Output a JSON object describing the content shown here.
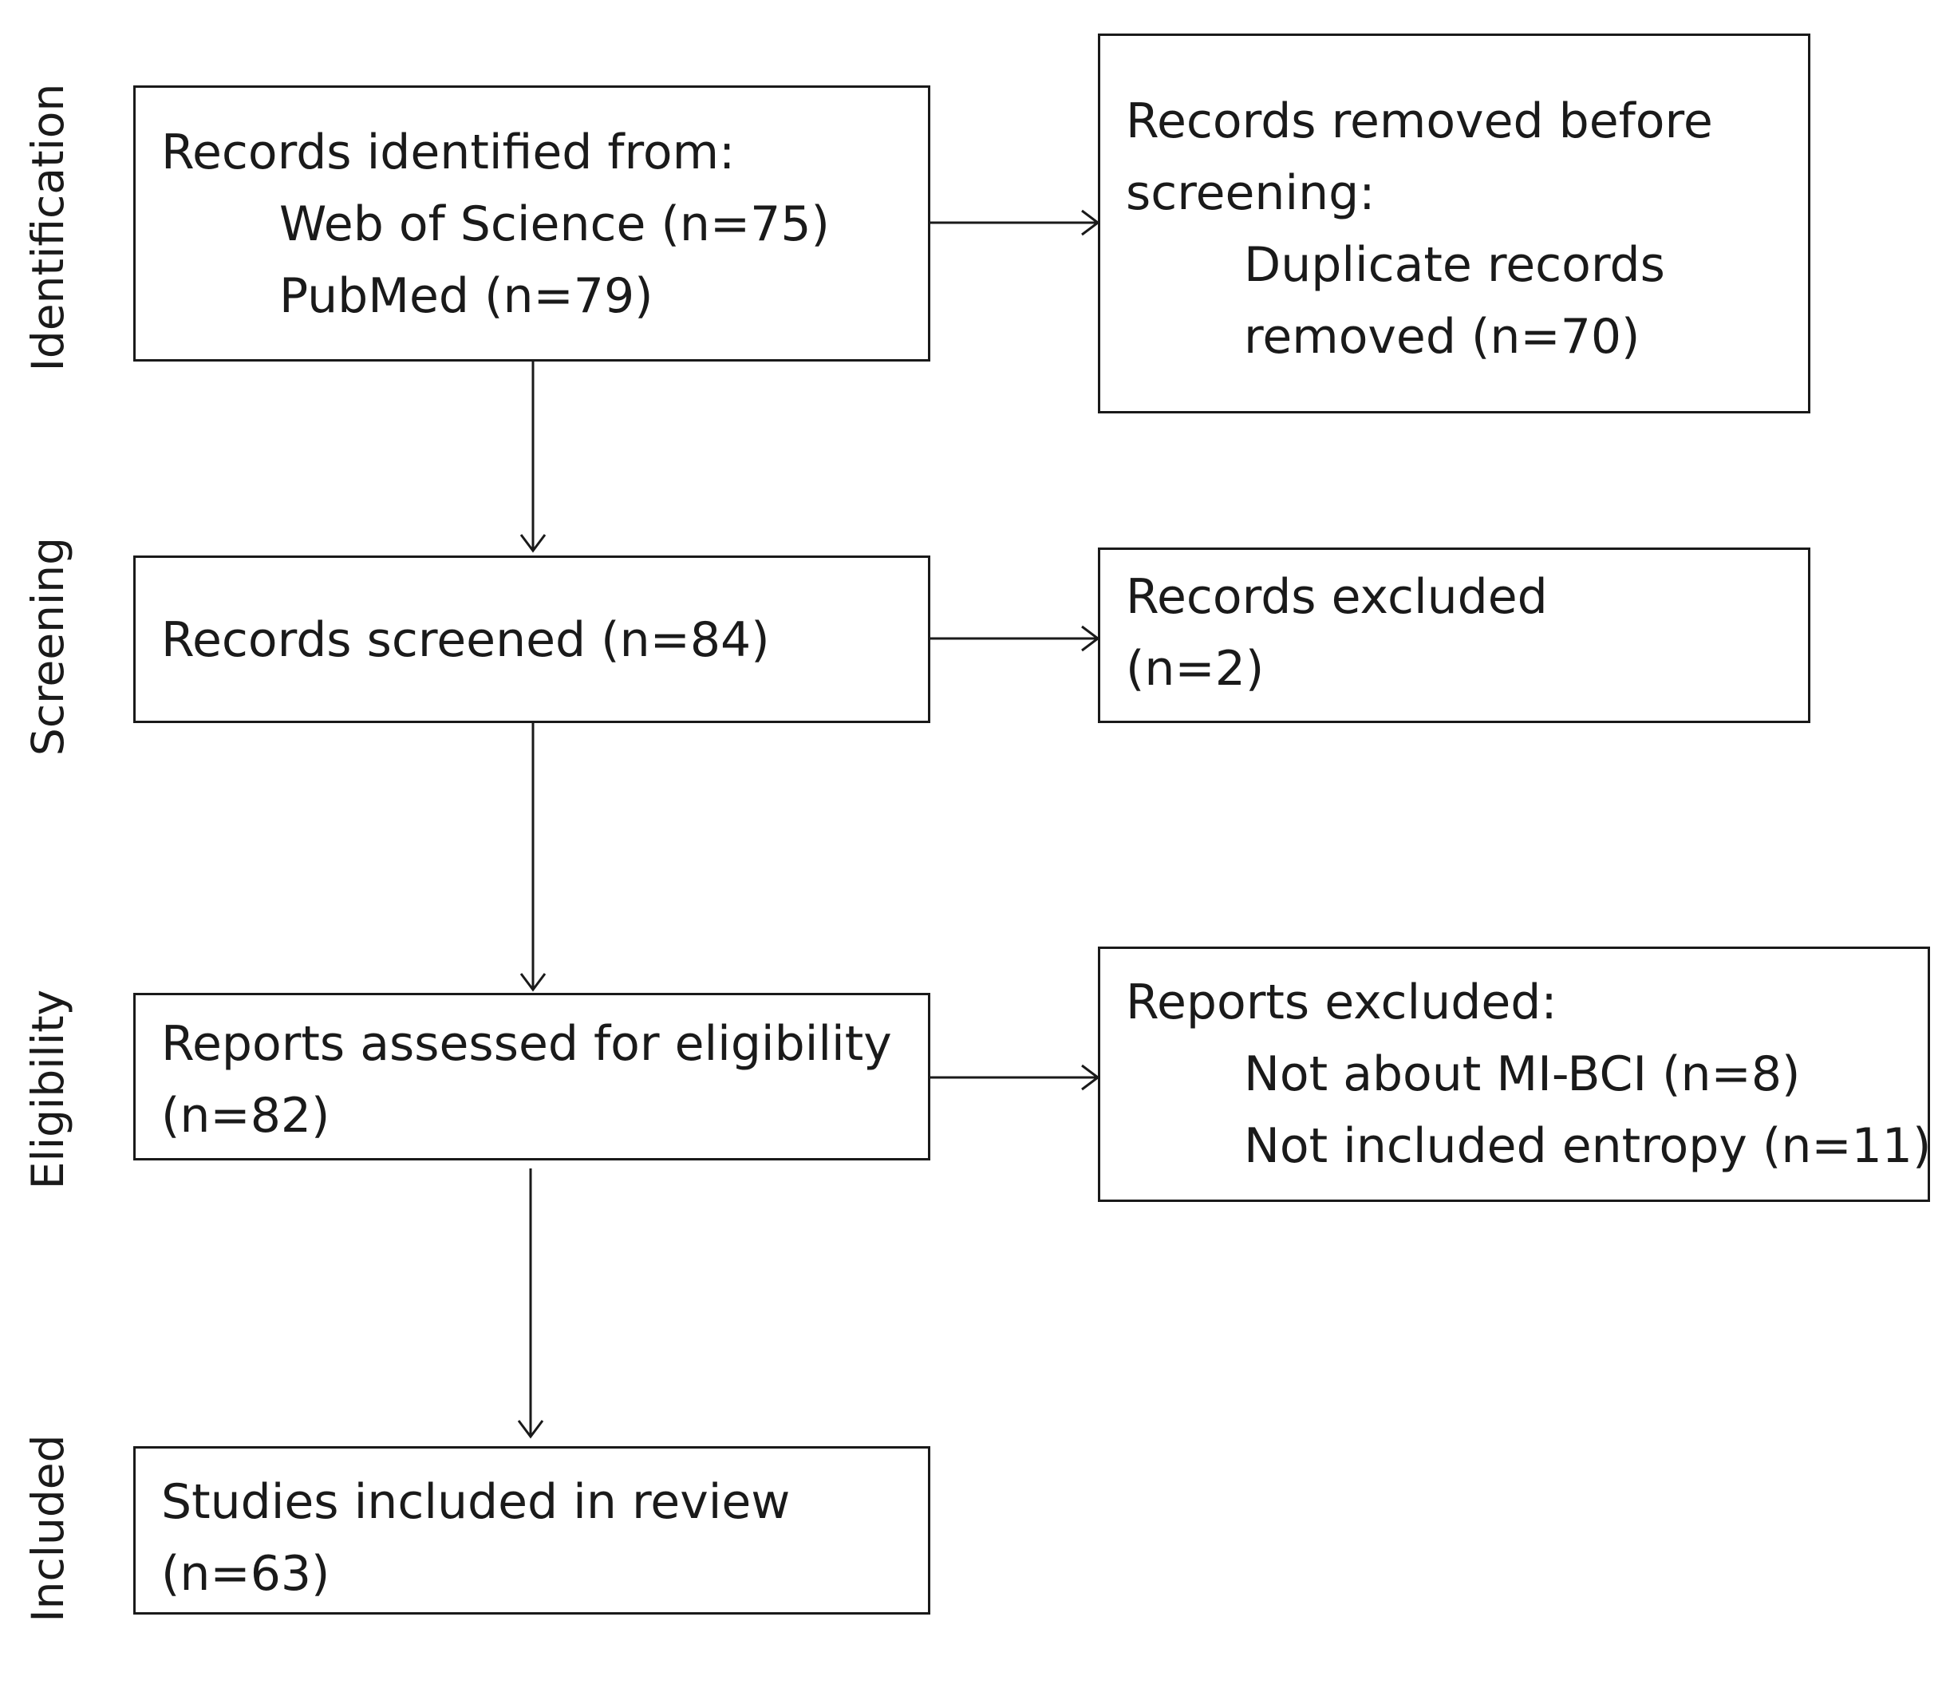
{
  "stages": {
    "identification": "Identification",
    "screening": "Screening",
    "eligibility": "Eligibility",
    "included": "Included"
  },
  "identified": {
    "heading": "Records identified from:",
    "source1": "Web of Science (n=75)",
    "source2": "PubMed (n=79)"
  },
  "removed": {
    "line1": "Records removed before",
    "line2": "screening:",
    "line3": "Duplicate records",
    "line4": "removed (n=70)"
  },
  "screened": {
    "text": "Records screened (n=84)"
  },
  "excluded_records": {
    "line1": "Records excluded",
    "line2": "(n=2)"
  },
  "assessed": {
    "line1": "Reports assessed for eligibility",
    "line2": "(n=82)"
  },
  "excluded_reports": {
    "heading": "Reports excluded:",
    "reason1": "Not about MI-BCI (n=8)",
    "reason2": "Not included entropy (n=11)"
  },
  "included": {
    "line1": "Studies included in review",
    "line2": "(n=63)"
  }
}
